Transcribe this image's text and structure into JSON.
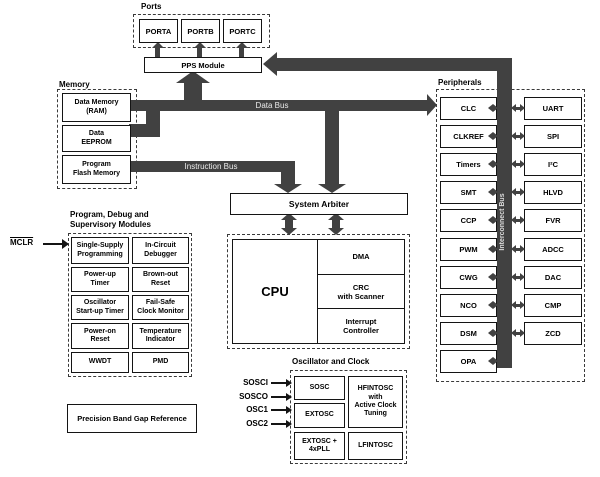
{
  "colors": {
    "bus": "#414141",
    "bus_text": "#ebebeb"
  },
  "ports": {
    "label": "Ports",
    "items": [
      "PORTA",
      "PORTB",
      "PORTC"
    ]
  },
  "pps": {
    "label": "PPS Module"
  },
  "memory": {
    "label": "Memory",
    "items": [
      "Data Memory\n(RAM)",
      "Data\nEEPROM",
      "Program\nFlash Memory"
    ]
  },
  "buses": {
    "data": "Data Bus",
    "instruction": "Instruction Bus",
    "interconnect": "Interconnect Bus"
  },
  "arbiter": {
    "label": "System Arbiter"
  },
  "cpu_block": {
    "cpu": "CPU",
    "cells": [
      "DMA",
      "CRC\nwith Scanner",
      "Interrupt\nController"
    ]
  },
  "debug": {
    "label": "Program, Debug and\nSupervisory Modules",
    "left": [
      "Single-Supply\nProgramming",
      "Power-up\nTimer",
      "Oscillator\nStart-up Timer",
      "Power-on\nReset",
      "WWDT"
    ],
    "right": [
      "In-Circuit\nDebugger",
      "Brown-out\nReset",
      "Fail-Safe\nClock Monitor",
      "Temperature\nIndicator",
      "PMD"
    ]
  },
  "mclr": {
    "label": "MCLR"
  },
  "bandgap": {
    "label": "Precision Band Gap Reference"
  },
  "oscillator": {
    "label": "Oscillator and Clock",
    "left": [
      "SOSC",
      "EXTOSC",
      "EXTOSC +\n4xPLL"
    ],
    "right": [
      "HFINTOSC\nwith\nActive Clock\nTuning",
      "LFINTOSC"
    ],
    "pins": [
      "SOSCI",
      "SOSCO",
      "OSC1",
      "OSC2"
    ]
  },
  "peripherals": {
    "label": "Peripherals",
    "left": [
      "CLC",
      "CLKREF",
      "Timers",
      "SMT",
      "CCP",
      "PWM",
      "CWG",
      "NCO",
      "DSM",
      "OPA"
    ],
    "right": [
      "UART",
      "SPI",
      "I²C",
      "HLVD",
      "FVR",
      "ADCC",
      "DAC",
      "CMP",
      "ZCD"
    ]
  }
}
